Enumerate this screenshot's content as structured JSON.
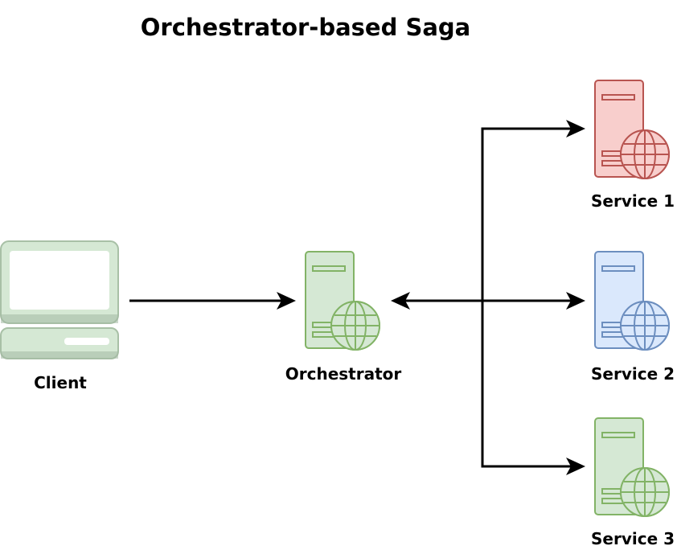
{
  "title": "Orchestrator-based Saga",
  "nodes": {
    "client": {
      "label": "Client",
      "icon": "desktop-computer-icon",
      "fill": "#d5e8d4",
      "stroke": "#b5c9b3"
    },
    "orchestrator": {
      "label": "Orchestrator",
      "icon": "web-server-icon",
      "fill": "#d5e8d4",
      "stroke": "#82b366"
    },
    "service1": {
      "label": "Service 1",
      "icon": "web-server-icon",
      "fill": "#f8cecc",
      "stroke": "#b85450"
    },
    "service2": {
      "label": "Service 2",
      "icon": "web-server-icon",
      "fill": "#dae8fc",
      "stroke": "#6c8ebf"
    },
    "service3": {
      "label": "Service 3",
      "icon": "web-server-icon",
      "fill": "#d5e8d4",
      "stroke": "#82b366"
    }
  },
  "edges": [
    {
      "from": "Client",
      "to": "Orchestrator",
      "direction": "one-way"
    },
    {
      "from": "Orchestrator",
      "to": "Service 1",
      "direction": "one-way"
    },
    {
      "from": "Orchestrator",
      "to": "Service 2",
      "direction": "two-way"
    },
    {
      "from": "Orchestrator",
      "to": "Service 3",
      "direction": "one-way"
    }
  ]
}
